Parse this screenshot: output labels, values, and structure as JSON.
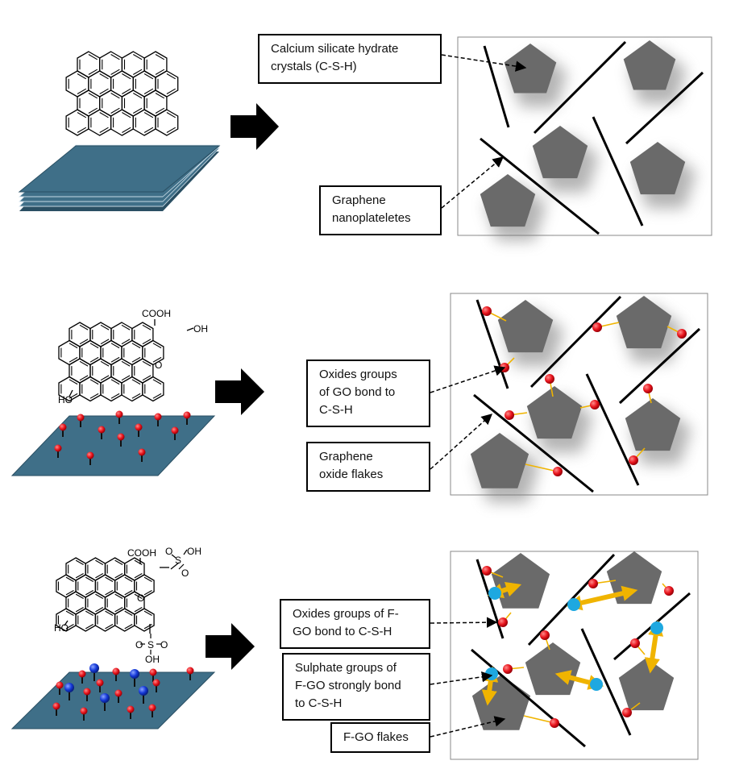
{
  "labels": {
    "csh": "Calcium silicate hydrate\ncrystals (C-S-H)",
    "gnp": "Graphene\nnanoplateletes",
    "go_oxides": "Oxides groups\nof GO bond to\nC-S-H",
    "go_flakes": "Graphene\noxide flakes",
    "fgo_oxides": "Oxides groups of F-\nGO bond to C-S-H",
    "fgo_sulphate": "Sulphate groups of\nF-GO strongly bond\nto C-S-H",
    "fgo_flakes": "F-GO flakes"
  },
  "chem": {
    "cooh": "COOH",
    "oh": "OH",
    "ho": "HO",
    "epoxide_o": "O",
    "sulfur": "S",
    "oxygen": "O",
    "oh_sulfonate": "OH"
  },
  "colors": {
    "sheet": "#3f6f88",
    "sheet_edge": "#2a4f63",
    "crystal": "#6a6a6a",
    "oxide": "#e8141c",
    "sulphate_blue": "#1438d8",
    "sulphate_cyan": "#1ea8e0",
    "bond": "#f0b400"
  },
  "icons": [
    "right-arrow-icon",
    "pentagon-crystal-icon"
  ]
}
